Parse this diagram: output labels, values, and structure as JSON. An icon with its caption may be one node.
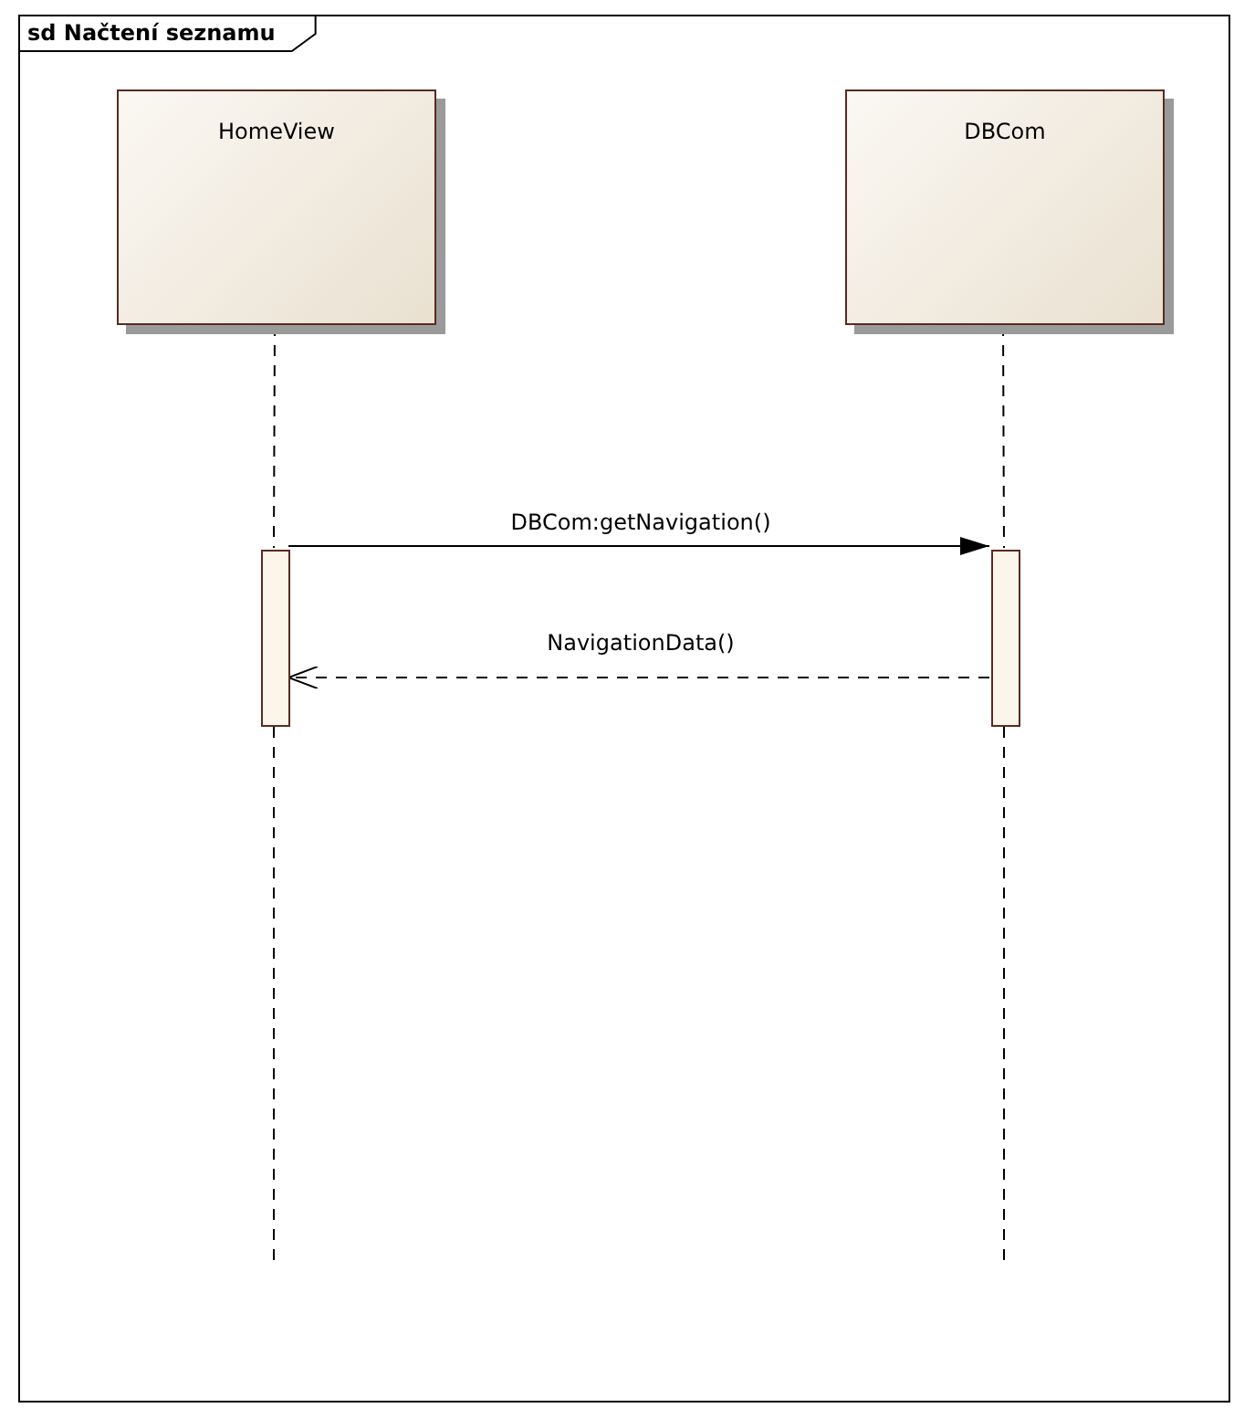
{
  "diagram": {
    "nodes": [
      {
        "text": [
          "sd Načtení seznamu"
        ]
      },
      {
        "text": [
          "HomeView"
        ],
        "in": 0
      },
      {
        "text": [
          "DBCom"
        ],
        "in": 0
      },
      {
        "text": [],
        "shape": "bar",
        "in": 0
      },
      {
        "text": [],
        "shape": "bar",
        "in": 0
      }
    ],
    "edges": [
      {
        "from": 1,
        "to": 3,
        "arrow": "none",
        "style": "dashed"
      },
      {
        "from": 2,
        "to": 4,
        "arrow": "none",
        "style": "dashed"
      },
      {
        "from": 3,
        "to": null,
        "arrow": "none",
        "style": "dashed"
      },
      {
        "from": 4,
        "to": null,
        "arrow": "none",
        "style": "dashed"
      },
      {
        "from": 3,
        "to": 4,
        "arrow": "to",
        "label": "DBCom:getNavigation()"
      },
      {
        "from": 4,
        "to": 3,
        "arrow": "to",
        "label": "NavigationData()",
        "style": "dashed"
      }
    ]
  }
}
